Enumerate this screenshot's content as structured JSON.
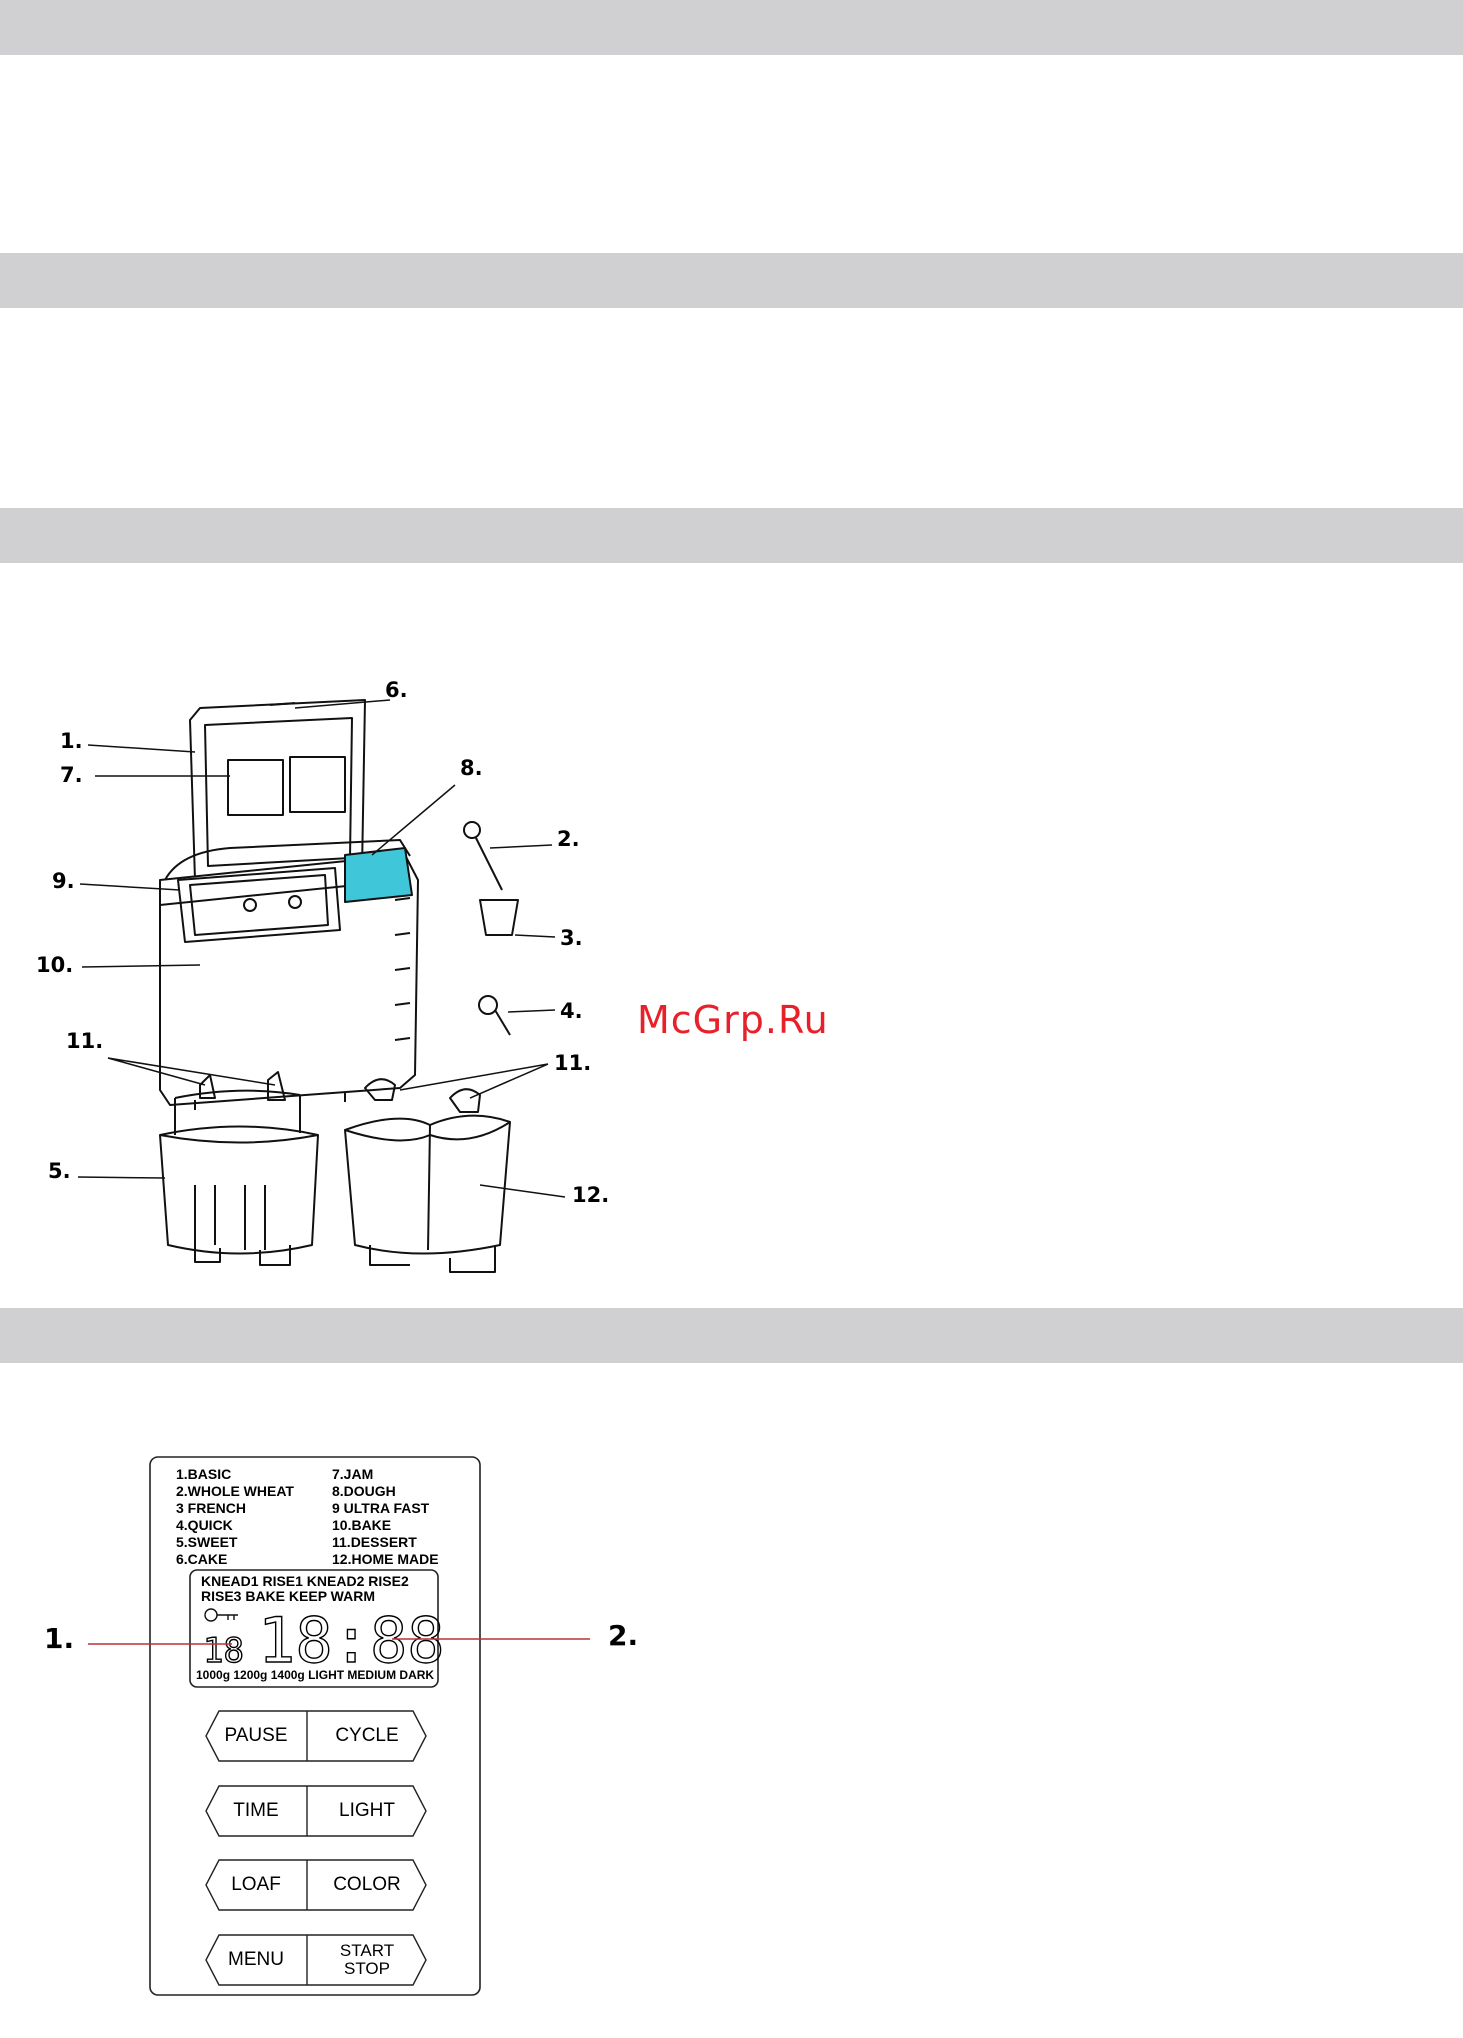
{
  "bands": [
    "",
    "",
    "",
    ""
  ],
  "figure1": {
    "labels": {
      "l1": "1.",
      "l2": "2.",
      "l3": "3.",
      "l4": "4.",
      "l5": "5.",
      "l6": "6.",
      "l7": "7.",
      "l8": "8.",
      "l9": "9.",
      "l10": "10.",
      "l11a": "11.",
      "l11b": "11.",
      "l12": "12."
    },
    "watermark": "McGrp.Ru"
  },
  "figure2": {
    "programs_left": [
      "1.BASIC",
      "2.WHOLE  WHEAT",
      "3 FRENCH",
      "4.QUICK",
      "5.SWEET",
      "6.CAKE"
    ],
    "programs_right": [
      "7.JAM",
      "8.DOUGH",
      "9 ULTRA  FAST",
      "10.BAKE",
      "11.DESSERT",
      "12.HOME  MADE"
    ],
    "stages_row1": "KNEAD1  RISE1   KNEAD2  RISE2",
    "stages_row2": "RISE3    BAKE   KEEP  WARM",
    "small_digits": "18",
    "time_digits": "18:88",
    "bottom_row": "1000g 1200g 1400g  LIGHT MEDIUM DARK",
    "callout_left": "1.",
    "callout_right": "2.",
    "buttons": {
      "pause": "PAUSE",
      "cycle": "CYCLE",
      "time": "TIME",
      "light": "LIGHT",
      "loaf": "LOAF",
      "color": "COLOR",
      "menu": "MENU",
      "start": "START",
      "stop": "STOP"
    }
  }
}
